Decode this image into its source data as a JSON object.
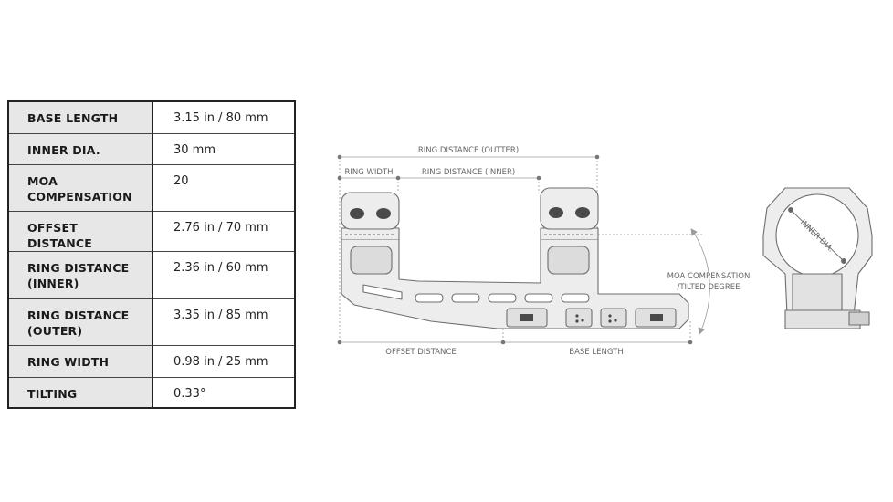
{
  "specs": [
    {
      "key": "BASE LENGTH",
      "value": "3.15 in / 80 mm"
    },
    {
      "key": "INNER DIA.",
      "value": "30 mm"
    },
    {
      "key": "MOA\nCOMPENSATION",
      "value": "20"
    },
    {
      "key": "OFFSET DISTANCE",
      "value": "2.76 in / 70 mm"
    },
    {
      "key": "RING DISTANCE\n(INNER)",
      "value": "2.36 in / 60 mm"
    },
    {
      "key": "RING DISTANCE\n(OUTER)",
      "value": "3.35 in / 85 mm"
    },
    {
      "key": "RING WIDTH",
      "value": "0.98 in / 25 mm"
    },
    {
      "key": "TILTING",
      "value": "0.33°"
    }
  ],
  "diagram": {
    "ring_distance_outer": "RING DISTANCE (OUTTER)",
    "ring_width": "RING WIDTH",
    "ring_distance_inner": "RING DISTANCE (INNER)",
    "moa_line1": "MOA COMPENSATION",
    "moa_line2": "/TILTED DEGREE",
    "offset_distance": "OFFSET DISTANCE",
    "base_length": "BASE LENGTH",
    "inner_dia": "INNER DIA."
  },
  "colors": {
    "table_border": "#222222",
    "key_bg": "#e7e7e7",
    "line_drawing": "#6e6e6e",
    "mount_fill": "#ededed",
    "dimension_line": "#9a9a9a"
  }
}
